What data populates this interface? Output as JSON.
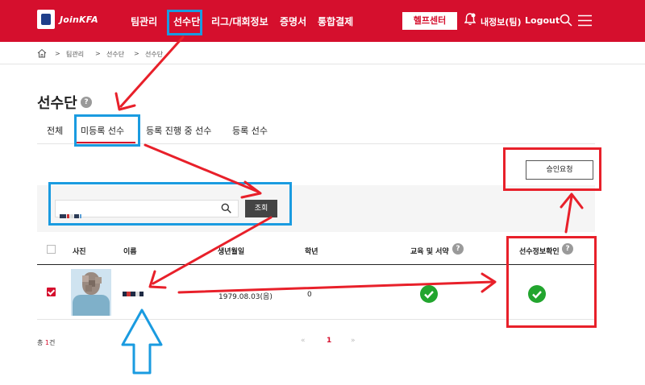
{
  "header": {
    "brand": "JoinKFA",
    "nav": [
      "팀관리",
      "선수단",
      "리그/대회정보",
      "증명서",
      "통합결제"
    ],
    "help_label": "헬프센터",
    "myinfo_label": "내정보(팀)",
    "logout_label": "Logout",
    "icons": [
      "kfa-emblem-icon",
      "bell-icon",
      "search-icon",
      "menu-icon"
    ]
  },
  "breadcrumb": {
    "items": [
      "팀관리",
      "선수단",
      "선수단"
    ],
    "separator": ">"
  },
  "page": {
    "title": "선수단",
    "help_mark": "?"
  },
  "tabs": [
    "전체",
    "미등록 선수",
    "등록 진행 중 선수",
    "등록 선수"
  ],
  "actions": {
    "approve_request": "승인요청"
  },
  "search": {
    "value": "",
    "button": "조회"
  },
  "table": {
    "headers": [
      "사진",
      "이름",
      "생년월일",
      "학년",
      "교육 및 서약",
      "선수정보확인"
    ],
    "rows": [
      {
        "checked": true,
        "birthdate": "1979.08.03(음)",
        "grade": "0",
        "education_done": true,
        "info_confirmed": true
      }
    ]
  },
  "pagination": {
    "total_prefix": "총 ",
    "total_count": "1",
    "total_suffix": "건",
    "prev": "«",
    "current": "1",
    "next": "»"
  },
  "colors": {
    "brand_red": "#d50f2d",
    "annotation_blue": "#1a9be0",
    "annotation_red": "#e8202a",
    "ok_green": "#22a52e"
  }
}
